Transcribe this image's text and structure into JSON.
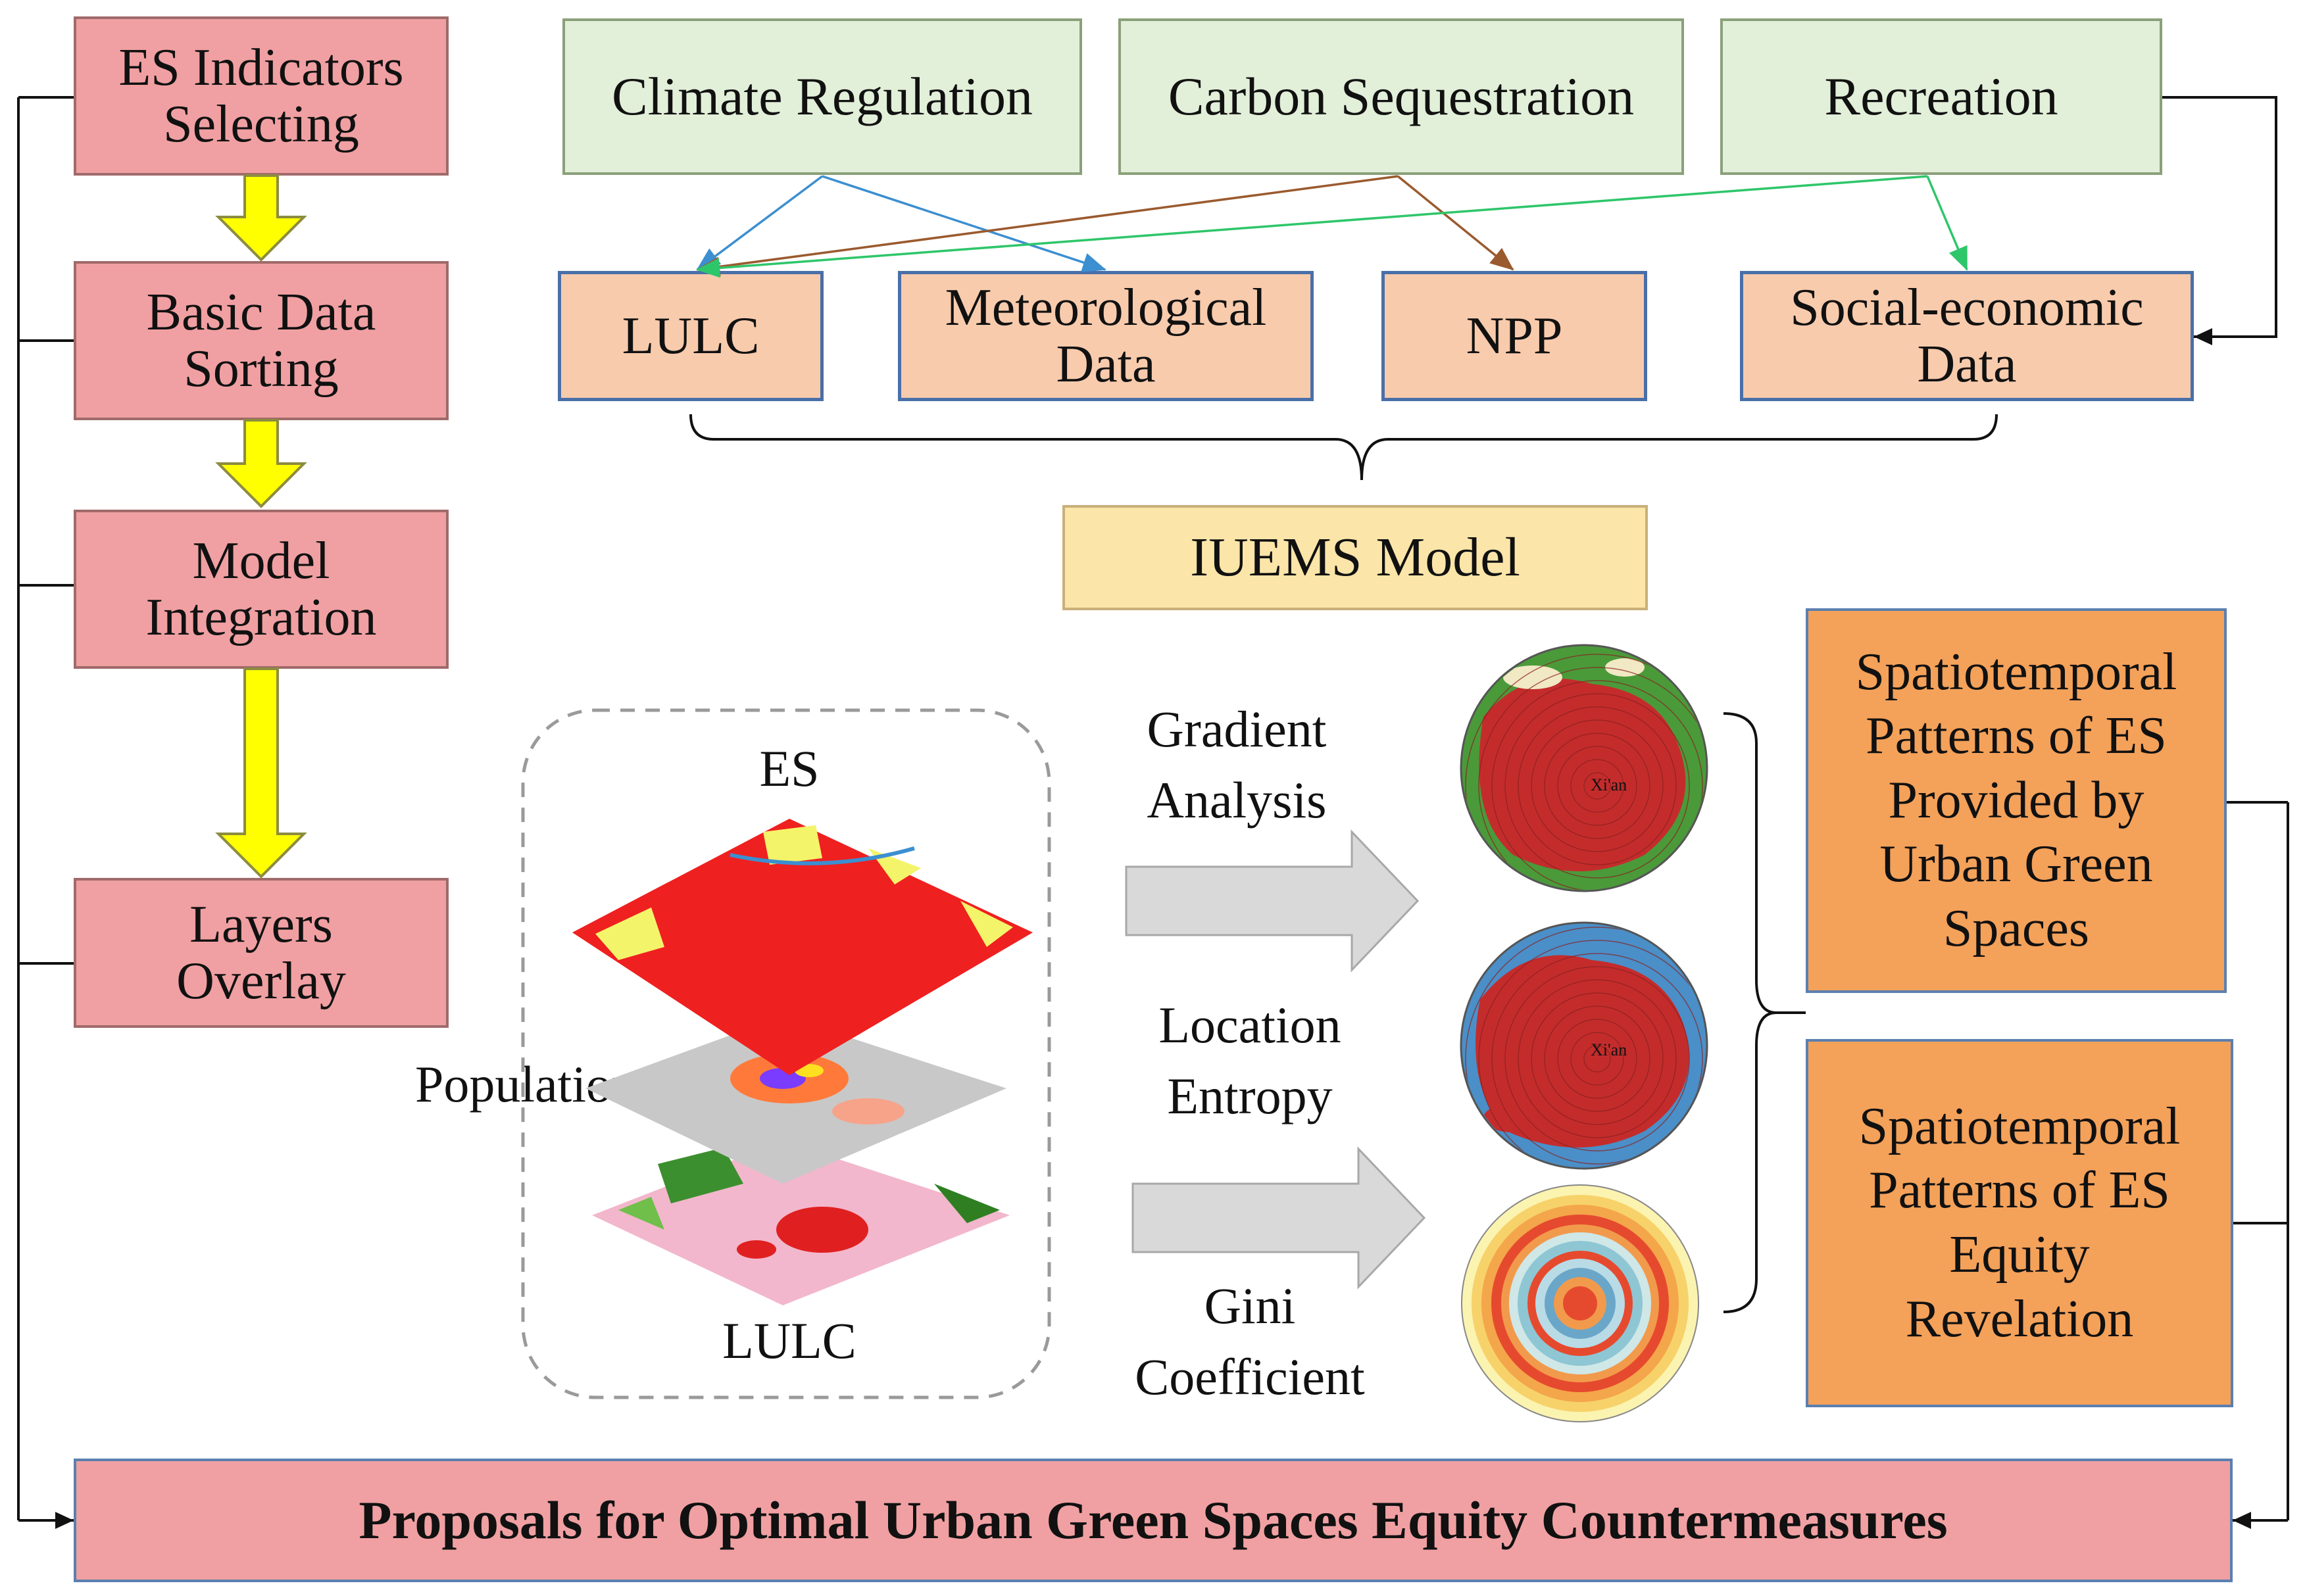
{
  "steps": [
    {
      "label": "ES Indicators\nSelecting"
    },
    {
      "label": "Basic Data\nSorting"
    },
    {
      "label": "Model\nIntegration"
    },
    {
      "label": "Layers\nOverlay"
    }
  ],
  "services": [
    "Climate Regulation",
    "Carbon Sequestration",
    "Recreation"
  ],
  "data_inputs": [
    "LULC",
    "Meteorological\nData",
    "NPP",
    "Social-economic\nData"
  ],
  "model": "IUEMS Model",
  "layers": {
    "top": "ES",
    "middle": "Population",
    "bottom": "LULC"
  },
  "analyses": [
    "Gradient\nAnalysis",
    "Location\nEntropy",
    "Gini\nCoefficient"
  ],
  "map_label": "Xi'an",
  "results": [
    "Spatiotemporal\nPatterns of ES\nProvided by\nUrban Green\nSpaces",
    "Spatiotemporal\nPatterns of  ES\nEquity\nRevelation"
  ],
  "final": "Proposals  for Optimal Urban Green Spaces Equity Countermeasures",
  "colors": {
    "step_fill": "#f0a0a2",
    "service_fill": "#e2efd9",
    "data_fill": "#f8cbad",
    "model_fill": "#fbe5a9",
    "result_fill": "#f4a15a",
    "flow_arrow": "#ffff00",
    "climate_link": "#3c8fd0",
    "carbon_link": "#9b5a2e",
    "recreation_link": "#2ec66a"
  }
}
